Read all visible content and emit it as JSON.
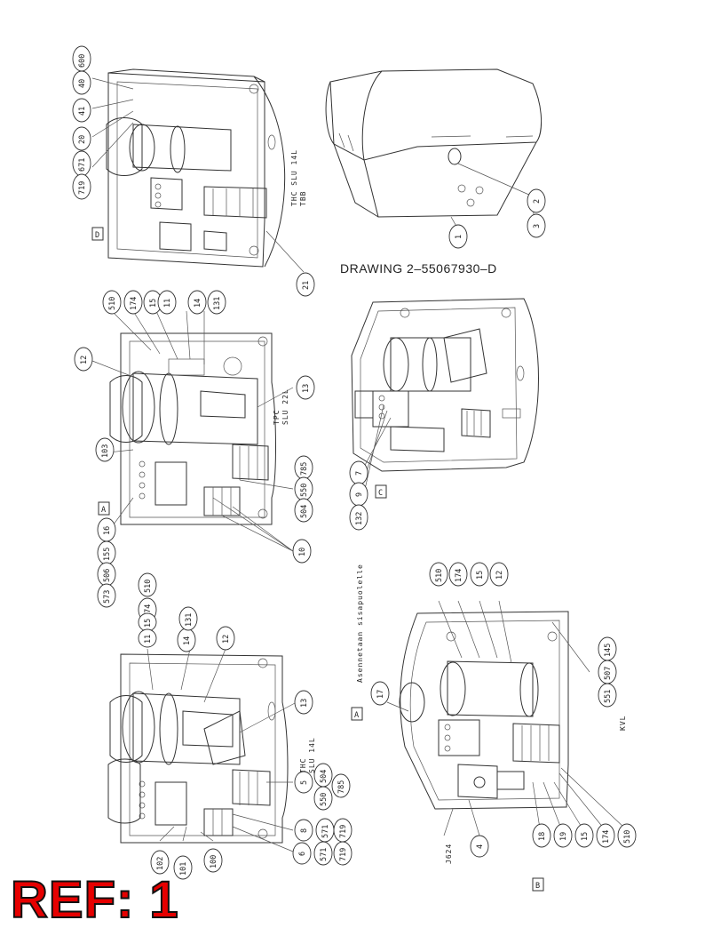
{
  "drawing_title": "DRAWING  2–55067930–D",
  "ref_label": "REF: 1",
  "colors": {
    "line": "#333333",
    "ref_fill": "#e60000",
    "ref_stroke": "#111111"
  },
  "views": {
    "D": {
      "label": "D",
      "model_text": [
        "THC  SLU  14L",
        "TBB"
      ],
      "callouts": [
        "600",
        "40",
        "41",
        "20",
        "671",
        "719",
        "21"
      ]
    },
    "A": {
      "label": "A",
      "model_text": [
        "TPC",
        "SLU  22L"
      ],
      "callouts": [
        "510",
        "174",
        "15",
        "11",
        "14",
        "131",
        "12",
        "13",
        "103",
        "16",
        "155",
        "506",
        "573",
        "785",
        "550",
        "504",
        "10"
      ]
    },
    "C": {
      "label": "C",
      "callouts": [
        "7",
        "9",
        "132"
      ]
    },
    "iso": {
      "callouts": [
        "1",
        "2",
        "3"
      ]
    },
    "left": {
      "model_text": [
        "THC",
        "SLU  14L"
      ],
      "callouts": [
        "510",
        "174",
        "15",
        "11",
        "14",
        "131",
        "12",
        "13",
        "5",
        "504",
        "550",
        "785",
        "8",
        "571",
        "719",
        "6",
        "571",
        "719",
        "102",
        "101",
        "100"
      ]
    },
    "B": {
      "label": "B",
      "note_a": "A",
      "note_text": "Asennetaan sisapuolelle",
      "kvl": "KVL",
      "j624": "J624",
      "callouts": [
        "510",
        "174",
        "15",
        "12",
        "17",
        "145",
        "507",
        "551",
        "4",
        "18",
        "19",
        "15",
        "174",
        "510"
      ]
    }
  }
}
